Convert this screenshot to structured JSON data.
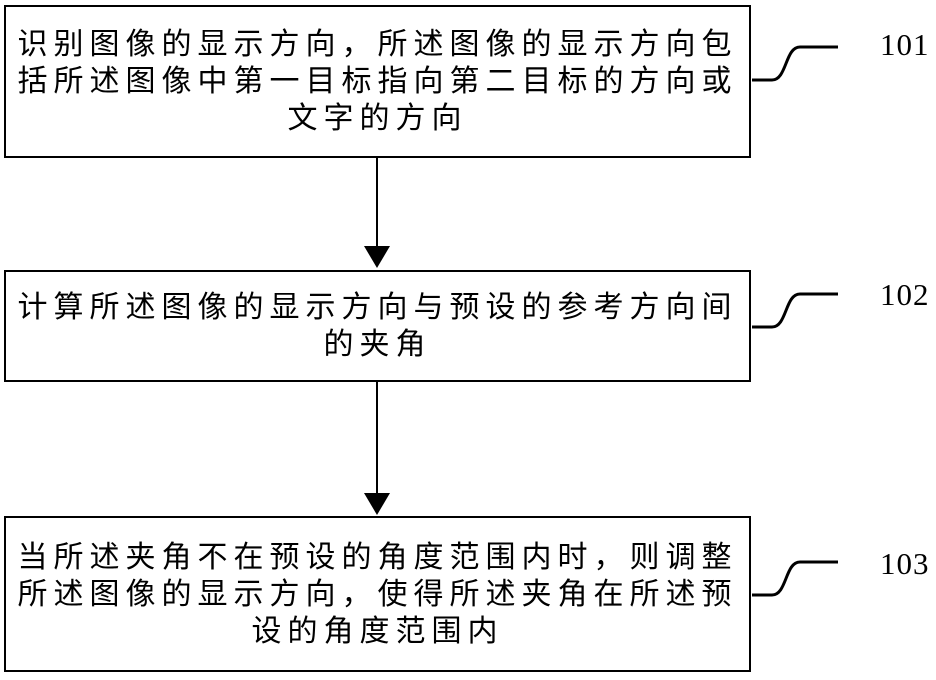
{
  "figure": {
    "type": "flowchart",
    "colors": {
      "background": "#ffffff",
      "line": "#000000",
      "text": "#000000"
    },
    "steps": [
      {
        "ref_label": "101",
        "lines": [
          "识别图像的显示方向，所述图像的显示方向包",
          "括所述图像中第一目标指向第二目标的方向或",
          "文字的方向"
        ]
      },
      {
        "ref_label": "102",
        "lines": [
          "计算所述图像的显示方向与预设的参考方向间",
          "的夹角"
        ]
      },
      {
        "ref_label": "103",
        "lines": [
          "当所述夹角不在预设的角度范围内时，则调整",
          "所述图像的显示方向，使得所述夹角在所述预",
          "设的角度范围内"
        ]
      }
    ]
  }
}
